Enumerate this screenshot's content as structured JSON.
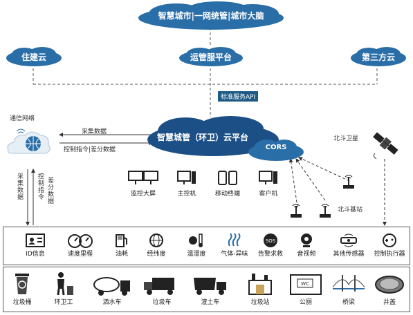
{
  "clouds": {
    "top": "智慧城市|一网统管|城市大脑",
    "left": "住建云",
    "center": "运管服平台",
    "right": "第三方云",
    "platform": "智慧城管（环卫）云平台",
    "cors": "CORS"
  },
  "api_label": "标准服务API",
  "network": {
    "label": "通信网络",
    "collect": "采集数据",
    "control": "控制指令|差分数据",
    "v_collect": "采集数据",
    "v_control": "控制指令",
    "v_diff": "差分数据"
  },
  "satellite": {
    "label": "北斗卫星"
  },
  "base_station": {
    "label": "北斗基站"
  },
  "devices": [
    "监控大屏",
    "主控机",
    "移动终端",
    "客户机"
  ],
  "sensors": [
    "ID信息",
    "速度里程",
    "油耗",
    "经纬度",
    "温湿度",
    "气体-异味",
    "告警求救",
    "音视频",
    "其他传感器",
    "控制执行器"
  ],
  "objects": [
    "垃圾桶",
    "环卫工",
    "洒水车",
    "垃圾车",
    "渣土车",
    "垃圾站",
    "公厕",
    "桥梁",
    "井盖"
  ],
  "colors": {
    "cloud": "#2a6ea8",
    "cloud_dark": "#1b4f86",
    "accent": "#1e5a86"
  }
}
